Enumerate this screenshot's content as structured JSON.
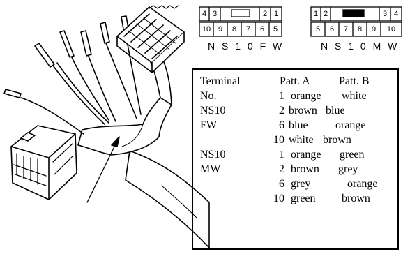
{
  "connectors": [
    {
      "name": "NS10FW",
      "label": "N S 1 0 F W",
      "top_row": [
        "4",
        "3",
        "",
        "2",
        "1"
      ],
      "bottom_row": [
        "10",
        "9",
        "8",
        "7",
        "6",
        "5"
      ]
    },
    {
      "name": "NS10MW",
      "label": "N S 1 0 M W",
      "top_row": [
        "1",
        "2",
        "",
        "3",
        "4"
      ],
      "bottom_row": [
        "5",
        "6",
        "7",
        "8",
        "9",
        "10"
      ]
    }
  ],
  "table": {
    "headers": [
      "Terminal",
      "Patt. A",
      "Patt. B"
    ],
    "rows": [
      {
        "terminal": "No.",
        "pin": "1",
        "a": "orange",
        "b": "white"
      },
      {
        "terminal": "NS10",
        "pin": "2",
        "a": "brown",
        "b": "blue"
      },
      {
        "terminal": "FW",
        "pin": "6",
        "a": "blue",
        "b": "orange"
      },
      {
        "terminal": "",
        "pin": "10",
        "a": "white",
        "b": "brown"
      },
      {
        "terminal": "NS10",
        "pin": "1",
        "a": "orange",
        "b": "green"
      },
      {
        "terminal": "MW",
        "pin": "2",
        "a": "brown",
        "b": "grey"
      },
      {
        "terminal": "",
        "pin": "6",
        "a": "grey",
        "b": "orange"
      },
      {
        "terminal": "",
        "pin": "10",
        "a": "green",
        "b": "brown"
      }
    ]
  }
}
